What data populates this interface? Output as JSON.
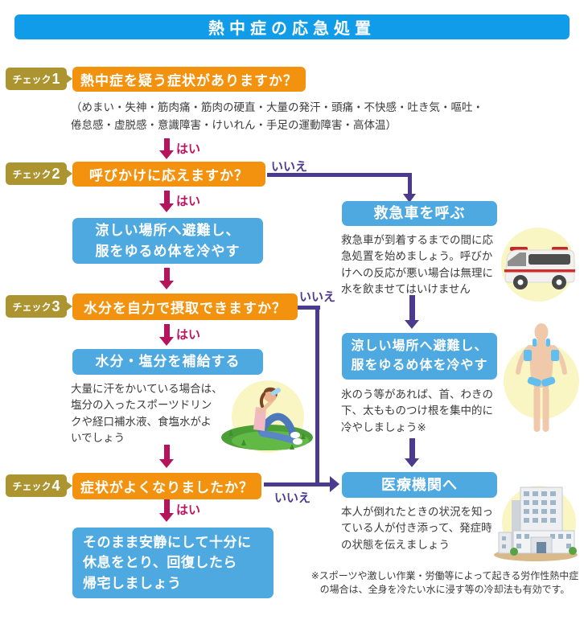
{
  "title": "熱中症の応急処置",
  "labels": {
    "yes": "はい",
    "no": "いいえ"
  },
  "checks": [
    {
      "tab_label": "チェック",
      "num": "1",
      "question": "熱中症を疑う症状がありますか？"
    },
    {
      "tab_label": "チェック",
      "num": "2",
      "question": "呼びかけに応えますか？"
    },
    {
      "tab_label": "チェック",
      "num": "3",
      "question": "水分を自力で摂取できますか？"
    },
    {
      "tab_label": "チェック",
      "num": "4",
      "question": "症状がよくなりましたか？"
    }
  ],
  "symptoms": "（めまい・失神・筋肉痛・筋肉の硬直・大量の発汗・頭痛・不快感・吐き気・嘔吐・\n倦怠感・虚脱感・意識障害・けいれん・手足の運動障害・高体温）",
  "left_flow": {
    "cool_box": "涼しい場所へ避難し、\n服をゆるめ体を冷やす",
    "hydrate_box": "水分・塩分を補給する",
    "hydrate_note": "大量に汗をかいている場合は、\n塩分の入ったスポーツドリン\nクや経口補水液、食塩水がよ\nいでしょう",
    "rest_box": "そのまま安静にして十分に\n休息をとり、回復したら\n帰宅しましょう"
  },
  "right_flow": {
    "ambulance_box": "救急車を呼ぶ",
    "ambulance_note": "救急車が到着するまでの間に応\n急処置を始めましょう。呼びか\nけへの反応が悪い場合は無理に\n水を飲ませてはいけません",
    "cool_box": "涼しい場所へ避難し、\n服をゆるめ体を冷やす",
    "cool_note": "氷のう等があれば、首、わきの\n下、太もものつけ根を集中的に\n冷やしましょう※",
    "medical_box": "医療機関へ",
    "medical_note": "本人が倒れたときの状況を知っ\nている人が付き添って、発症時\nの状態を伝えましょう"
  },
  "footnote": "※スポーツや激しい作業・労働等によって起きる労作性熱中症\nの場合は、全身を冷たい水に浸す等の冷却法も有効です。",
  "icons": {
    "ambulance": "ambulance-icon",
    "body_cooling": "body-cooling-points-icon",
    "woman_drinking": "woman-drinking-icon",
    "hospital": "hospital-icon"
  },
  "colors": {
    "header_blue": "#119CE9",
    "action_blue": "#4FA9E1",
    "question_orange": "#F3920E",
    "check_tab_olive": "#AC9430",
    "yes_crimson": "#B5135C",
    "no_purple": "#4B3A8E",
    "icon_circle_yellow": "#F9F6C4"
  }
}
